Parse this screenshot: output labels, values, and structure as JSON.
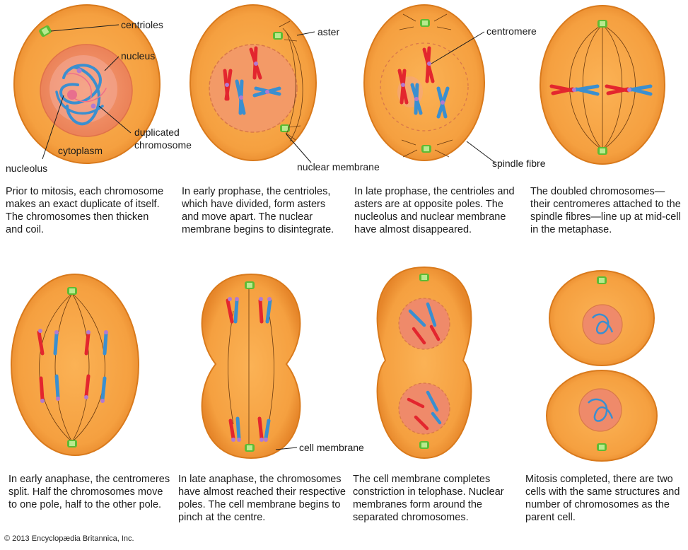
{
  "labels": {
    "centrioles": "centrioles",
    "nucleus": "nucleus",
    "duplicated_chromosome": "duplicated\nchromosome",
    "cytoplasm": "cytoplasm",
    "nucleolus": "nucleolus",
    "aster": "aster",
    "nuclear_membrane": "nuclear membrane",
    "centromere": "centromere",
    "spindle_fibre": "spindle fibre",
    "cell_membrane": "cell membrane"
  },
  "captions": [
    "Prior to mitosis, each chromosome\nmakes an exact duplicate of itself.\nThe chromosomes then thicken\nand coil.",
    "In early prophase, the centrioles,\nwhich have divided, form asters\nand move apart. The nuclear\nmembrane begins to disintegrate.",
    "In late prophase, the centrioles and\nasters are at opposite poles. The\nnucleolus and nuclear membrane\nhave almost disappeared.",
    "The doubled chromosomes—\ntheir centromeres attached to the\nspindle fibres—line up at mid-cell\nin the metaphase.",
    "In early anaphase, the centromeres\nsplit. Half the chromosomes move\nto one pole, half to the other pole.",
    "In late anaphase, the chromosomes\nhave almost reached their respective\npoles. The cell membrane begins to\npinch at the centre.",
    "The cell membrane completes\nconstriction in telophase. Nuclear\nmembranes form around the\nseparated chromosomes.",
    "Mitosis completed, there are two\ncells with the same structures and\nnumber of chromosomes as the\nparent cell."
  ],
  "copyright": "© 2013 Encyclopædia Britannica, Inc.",
  "colors": {
    "cell_fill": "#f5a443",
    "cell_edge": "#d77a1e",
    "nucleus_fill": "#ef8a5e",
    "chromosome_red": "#e3262e",
    "chromosome_blue": "#3a8fd0",
    "centromere": "#b27ad0",
    "centriole": "#5dbb34"
  }
}
